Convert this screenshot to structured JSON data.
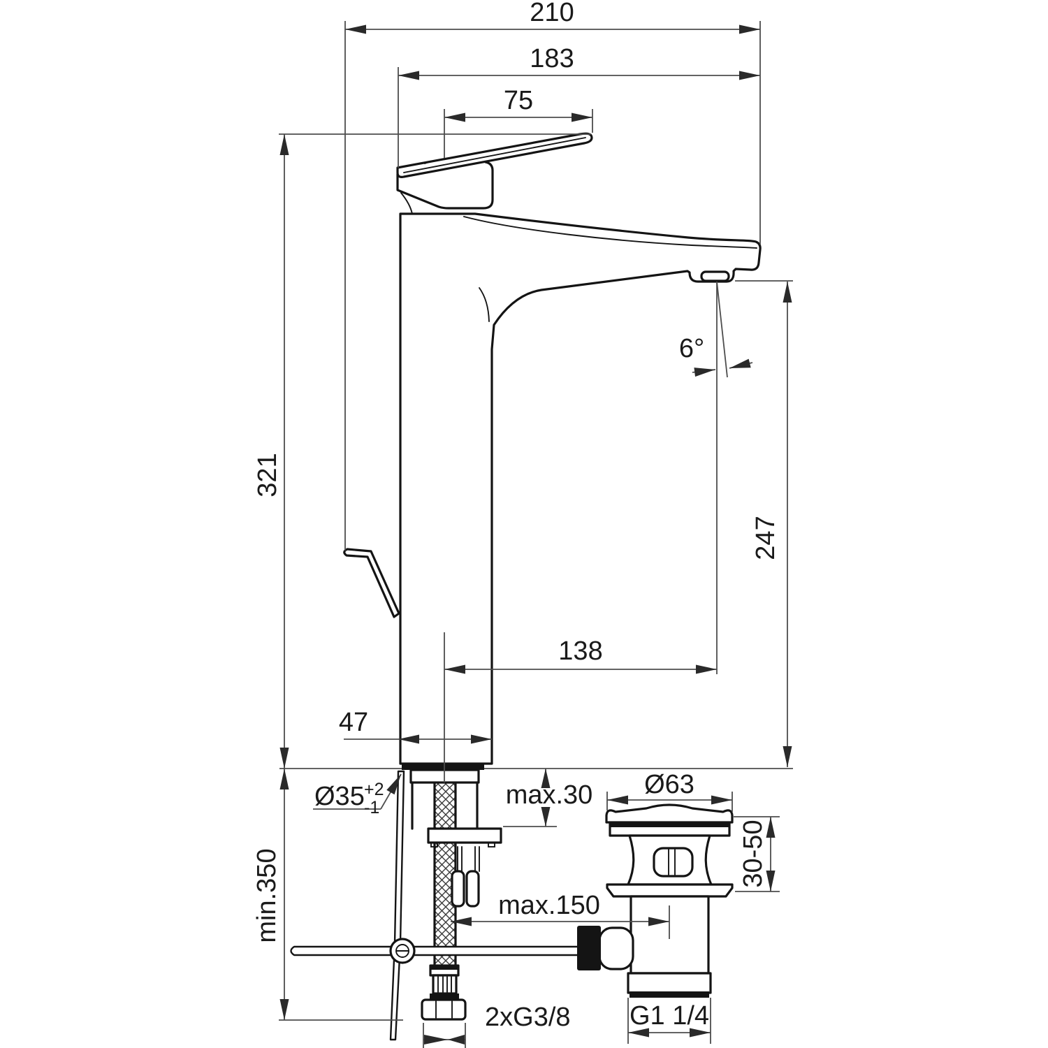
{
  "drawing": {
    "type": "technical-installation-drawing",
    "subject": "tall single-lever basin mixer with pop-up waste",
    "unit": "mm",
    "colors": {
      "background": "#ffffff",
      "outline": "#141414",
      "dimension_lines": "#4d4d4d",
      "text": "#1a1a1a"
    }
  },
  "labels": {
    "overall_width": "210",
    "spout_tip_to_back": "183",
    "handle_length": "75",
    "overall_height": "321",
    "spout_angle": "6°",
    "outlet_height": "247",
    "spout_reach": "138",
    "body_depth": "47",
    "mounting_hole_diameter": "Ø35",
    "mounting_hole_tol_upper": "+2",
    "mounting_hole_tol_lower": "-1",
    "deck_max_thickness": "max.30",
    "waste_cap_diameter": "Ø63",
    "waste_adjust_range": "30-50",
    "hose_min_clearance": "min.350",
    "rod_max_reach": "max.150",
    "supply_connection": "2xG3/8",
    "waste_outlet_thread": "G1 1/4"
  }
}
